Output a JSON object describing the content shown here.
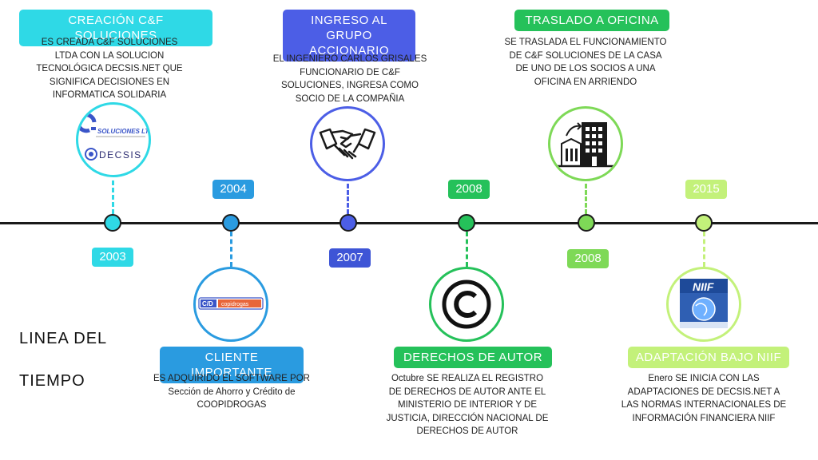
{
  "side_title": {
    "line1": "LINEA DEL",
    "line2": "TIEMPO"
  },
  "colors": {
    "e2003": "#2fd9e6",
    "e2004": "#2a9be0",
    "e2007a": "#4c5ee6",
    "e2007b": "#3e55d6",
    "e2008a": "#25c15a",
    "e2008b": "#7ed957",
    "e2015": "#c3f17a"
  },
  "events": [
    {
      "id": "e2003",
      "year": "2003",
      "title": "CREACIÓN C&F SOLUCIONES",
      "description": "ES CREADA C&F SOLUCIONES LTDA CON LA SOLUCION TECNOLÓGICA DECSIS.NET QUE SIGNIFICA DECISIONES EN INFORMATICA SOLIDARIA",
      "icon": "cf-decsis-logo-icon",
      "logo_text": [
        "SOLUCIONES LTDA",
        "DECSIS"
      ]
    },
    {
      "id": "e2004",
      "year": "2004",
      "title": "CLIENTE IMPORTANTE",
      "description": "ES ADQUIRIDO EL SOFTWARE POR Sección de Ahorro y Crédito de COOPIDROGAS",
      "icon": "coopidrogas-logo-icon",
      "logo_text": [
        "copidrogas"
      ]
    },
    {
      "id": "e2007",
      "year": "2007",
      "title": "INGRESO AL GRUPO ACCIONARIO",
      "description": "EL INGENIERO CARLOS GRISALES FUNCIONARIO DE C&F SOLUCIONES, INGRESA COMO SOCIO DE LA COMPAÑIA",
      "icon": "handshake-icon"
    },
    {
      "id": "e2008a",
      "year": "2008",
      "title": "DERECHOS DE AUTOR",
      "description": "Octubre SE REALIZA EL REGISTRO DE DERECHOS DE AUTOR ANTE EL MINISTERIO DE INTERIOR Y DE JUSTICIA, DIRECCIÓN NACIONAL DE DERECHOS DE AUTOR",
      "icon": "copyright-icon"
    },
    {
      "id": "e2008b",
      "year": "2008",
      "title": "TRASLADO A OFICINA",
      "description": "SE TRASLADA EL FUNCIONAMIENTO DE C&F SOLUCIONES DE LA CASA DE UNO DE LOS SOCIOS A UNA OFICINA EN ARRIENDO",
      "icon": "office-building-icon"
    },
    {
      "id": "e2015",
      "year": "2015",
      "title": "ADAPTACIÓN BAJO NIIF",
      "description": "Enero SE INICIA CON LAS ADAPTACIONES DE DECSIS.NET A LAS NORMAS INTERNACIONALES DE INFORMACIÓN FINANCIERA NIIF",
      "icon": "niif-logo-icon",
      "logo_text": [
        "NIIF"
      ]
    }
  ]
}
